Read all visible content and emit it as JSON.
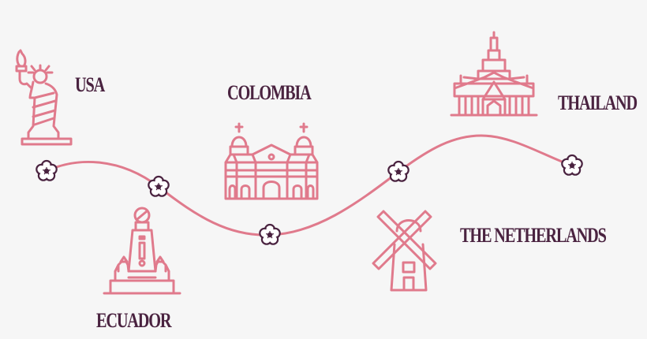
{
  "colors": {
    "background": "#f6f6f6",
    "icon_stroke": "#e07a8c",
    "path_line": "#e07a8c",
    "label_text": "#4a2340",
    "flower_outline": "#4a2340"
  },
  "stops": [
    {
      "label": "USA",
      "icon": "statue-of-liberty-icon"
    },
    {
      "label": "ECUADOR",
      "icon": "equator-monument-icon"
    },
    {
      "label": "COLOMBIA",
      "icon": "cathedral-icon"
    },
    {
      "label": "THE NETHERLANDS",
      "icon": "windmill-icon"
    },
    {
      "label": "THAILAND",
      "icon": "thai-temple-icon"
    }
  ],
  "markers": [
    "flower-icon",
    "flower-icon",
    "flower-icon",
    "flower-icon",
    "flower-icon"
  ]
}
